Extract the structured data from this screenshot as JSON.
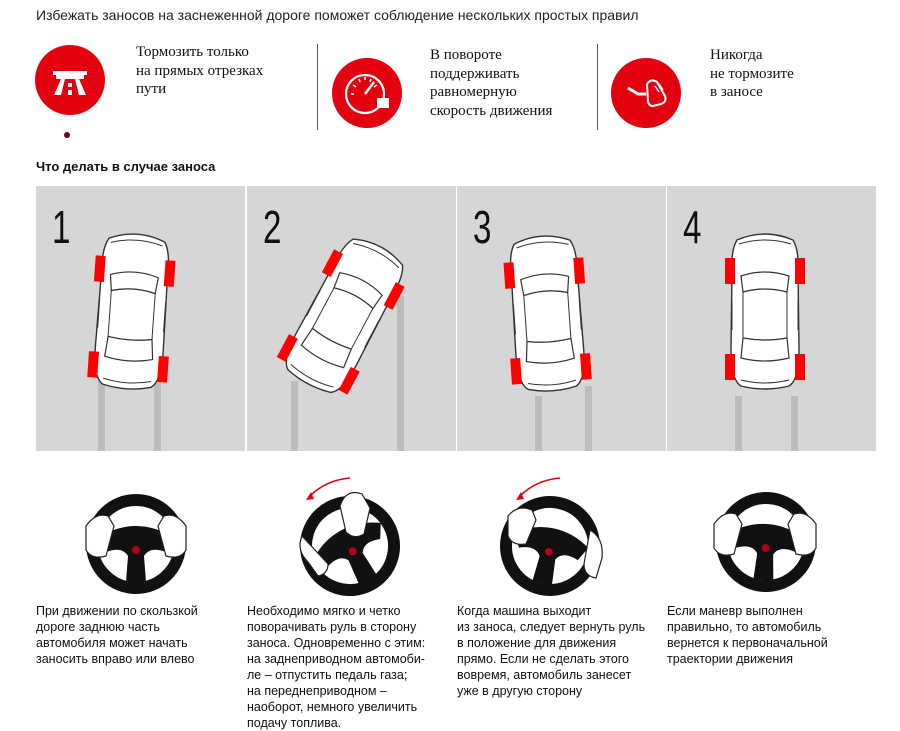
{
  "headline": "Избежать заносов на заснеженной дороге поможет соблюдение нескольких простых правил",
  "tips": [
    {
      "icon": "road-brake-icon",
      "lines": [
        "Тормозить только",
        "на прямых отрезках",
        "пути"
      ]
    },
    {
      "icon": "speedometer-icon",
      "lines": [
        "В повороте",
        "поддерживать",
        "равномерную",
        "скорость движения"
      ]
    },
    {
      "icon": "foot-no-brake-icon",
      "lines": [
        "Никогда",
        "не тормозите",
        "в заносе"
      ]
    }
  ],
  "subheading": "Что делать в случае заноса",
  "steps": [
    {
      "number": "1",
      "description": [
        "При движении по скользкой",
        "дороге заднюю часть",
        "автомобиля может начать",
        "заносить вправо или влево"
      ]
    },
    {
      "number": "2",
      "description": [
        "Необходимо мягко и четко",
        "поворачивать руль в сторону",
        "заноса. Одновременно с этим:",
        "на заднеприводном автомоби-",
        "ле – отпустить педаль газа;",
        "на переднеприводном –",
        "наоборот, немного увеличить",
        "подачу топлива."
      ]
    },
    {
      "number": "3",
      "description": [
        "Когда машина выходит",
        "из заноса, следует вернуть руль",
        "в положение для движения",
        "прямо. Если не сделать этого",
        "вовремя, автомобиль занесет",
        "уже в другую сторону"
      ]
    },
    {
      "number": "4",
      "description": [
        "Если маневр выполнен",
        "правильно, то автомобиль",
        "вернется к первоначальной",
        "траектории движения"
      ]
    }
  ],
  "colors": {
    "accent": "#e3000f",
    "panel": "#d6d6d6",
    "marker": "#7a0010"
  }
}
